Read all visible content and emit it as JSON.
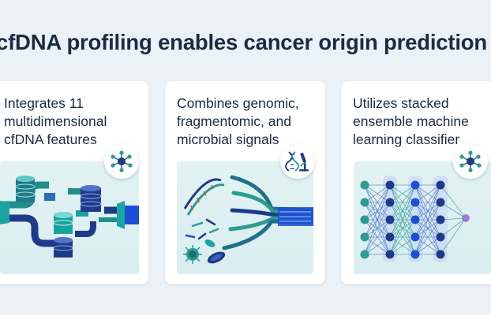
{
  "title": "cfDNA profiling enables cancer origin prediction",
  "cards": [
    {
      "text_line1": "Integrates 11",
      "text_line2": "multidimensional",
      "text_line3": "cfDNA features",
      "icon": "network-hub-icon",
      "illustration": "data-pipeline-illustration"
    },
    {
      "text_line1": "Combines genomic,",
      "text_line2": "fragmentomic, and",
      "text_line3": "microbial signals",
      "icon": "dna-microscope-icon",
      "illustration": "signal-convergence-illustration"
    },
    {
      "text_line1": "Utilizes stacked",
      "text_line2": "ensemble machine",
      "text_line3": "learning classifier",
      "icon": "network-hub-icon",
      "illustration": "neural-network-illustration"
    }
  ],
  "colors": {
    "background": "#eaf1f7",
    "card": "#ffffff",
    "teal": "#2a9d8f",
    "navy": "#1e3a8a",
    "blue": "#1d4ed8",
    "title": "#1b2b44"
  }
}
